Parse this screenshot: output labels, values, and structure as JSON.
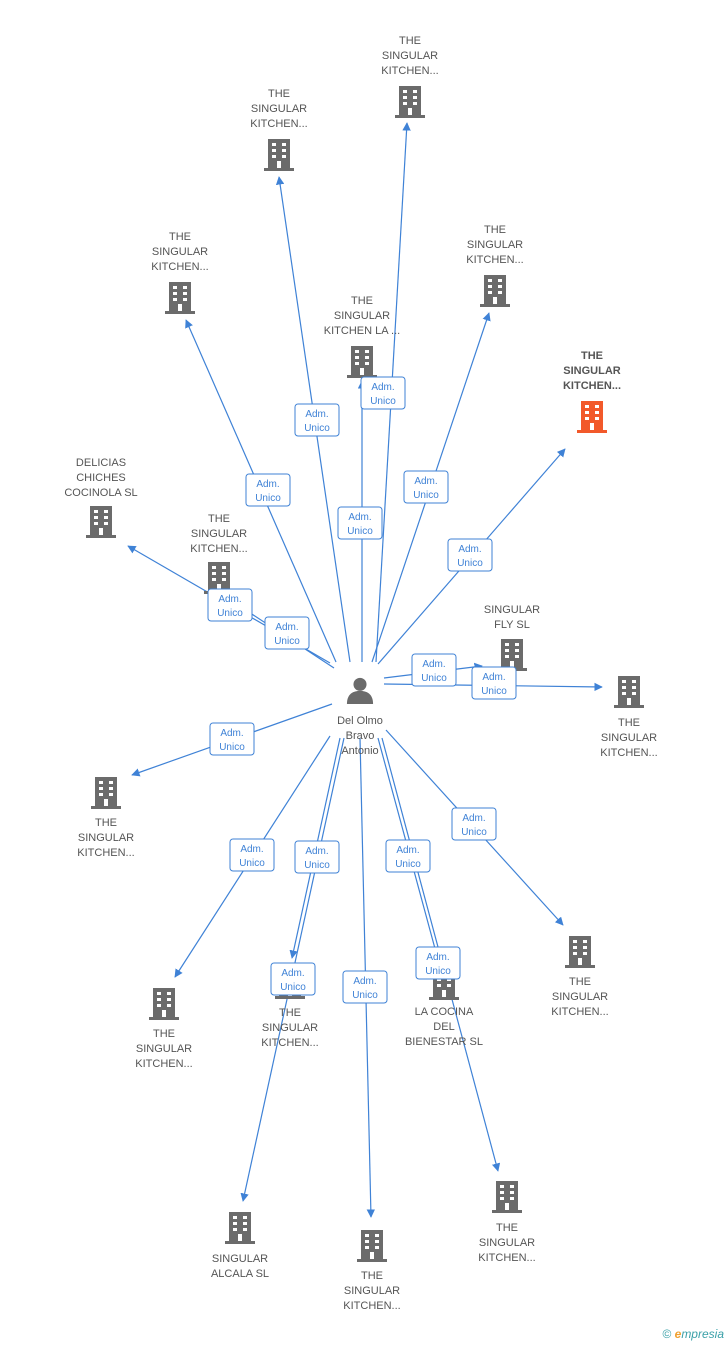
{
  "center": {
    "label": [
      "Del Olmo",
      "Bravo",
      "Antonio"
    ]
  },
  "edge_label": [
    "Adm.",
    "Unico"
  ],
  "colors": {
    "edge": "#3f82d6",
    "node": "#6b6b6b",
    "highlight": "#f2592a"
  },
  "nodes": [
    {
      "id": "n1",
      "label": [
        "THE",
        "SINGULAR",
        "KITCHEN..."
      ],
      "highlight": false
    },
    {
      "id": "n2",
      "label": [
        "THE",
        "SINGULAR",
        "KITCHEN..."
      ],
      "highlight": false
    },
    {
      "id": "n3",
      "label": [
        "THE",
        "SINGULAR",
        "KITCHEN..."
      ],
      "highlight": false
    },
    {
      "id": "n4",
      "label": [
        "THE",
        "SINGULAR",
        "KITCHEN..."
      ],
      "highlight": false
    },
    {
      "id": "n5",
      "label": [
        "THE",
        "SINGULAR",
        "KITCHEN LA ..."
      ],
      "highlight": false
    },
    {
      "id": "n6",
      "label": [
        "THE",
        "SINGULAR",
        "KITCHEN..."
      ],
      "highlight": true
    },
    {
      "id": "n7",
      "label": [
        "DELICIAS",
        "CHICHES",
        "COCINOLA SL"
      ],
      "highlight": false
    },
    {
      "id": "n8",
      "label": [
        "THE",
        "SINGULAR",
        "KITCHEN..."
      ],
      "highlight": false
    },
    {
      "id": "n9",
      "label": [
        "SINGULAR",
        "FLY SL"
      ],
      "highlight": false
    },
    {
      "id": "n10",
      "label": [
        "THE",
        "SINGULAR",
        "KITCHEN..."
      ],
      "highlight": false
    },
    {
      "id": "n11",
      "label": [
        "THE",
        "SINGULAR",
        "KITCHEN..."
      ],
      "highlight": false
    },
    {
      "id": "n12",
      "label": [
        "THE",
        "SINGULAR",
        "KITCHEN..."
      ],
      "highlight": false
    },
    {
      "id": "n13",
      "label": [
        "THE",
        "SINGULAR",
        "KITCHEN..."
      ],
      "highlight": false
    },
    {
      "id": "n14",
      "label": [
        "THE",
        "SINGULAR",
        "KITCHEN..."
      ],
      "highlight": false
    },
    {
      "id": "n15",
      "label": [
        "LA COCINA",
        "DEL",
        "BIENESTAR SL"
      ],
      "highlight": false
    },
    {
      "id": "n16",
      "label": [
        "SINGULAR",
        "ALCALA SL"
      ],
      "highlight": false
    },
    {
      "id": "n17",
      "label": [
        "THE",
        "SINGULAR",
        "KITCHEN..."
      ],
      "highlight": false
    },
    {
      "id": "n18",
      "label": [
        "THE",
        "SINGULAR",
        "KITCHEN..."
      ],
      "highlight": false
    }
  ],
  "footer": {
    "copyright": "©",
    "brand_e": "e",
    "brand_rest": "mpresia"
  }
}
